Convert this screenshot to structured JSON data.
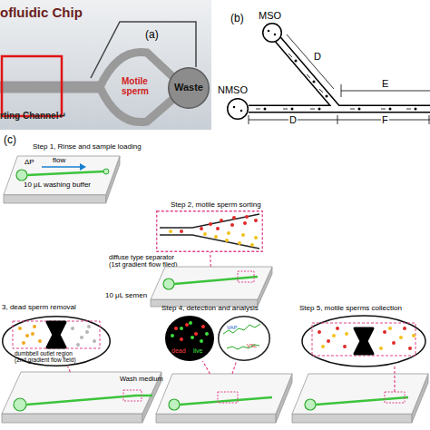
{
  "diagram": {
    "nodes": [
      {
        "text": [
          "Waste"
        ]
      },
      {
        "text": [
          "MSO"
        ]
      },
      {
        "text": [
          "NMSO"
        ]
      },
      {
        "text": [
          "Step 1, Rinse and sample loading",
          "10 μL washing buffer"
        ]
      },
      {
        "text": [
          "diffuse type separator (1st gradient flow filed)"
        ]
      },
      {
        "text": [
          "Step 2, motile sperm sorting",
          "10 μL semen"
        ]
      },
      {
        "text": [
          "3, dead sperm removal",
          "dumbbell outlet region (2nd gradient flow field)"
        ]
      },
      {
        "text": [
          "Wash medium"
        ]
      },
      {
        "text": [
          "dead",
          "live"
        ]
      },
      {
        "text": [
          "VAP",
          "VSL"
        ]
      },
      {
        "text": [
          "Step 4, detection and analysis"
        ]
      },
      {
        "text": [
          "Step 5, motile sperms collection"
        ]
      }
    ],
    "edges": [
      {
        "from": 5,
        "to": 4,
        "arrow": "none"
      },
      {
        "from": 7,
        "to": 6,
        "arrow": "none"
      },
      {
        "from": 10,
        "to": 8,
        "arrow": "none"
      },
      {
        "from": 10,
        "to": 9,
        "arrow": "none"
      }
    ],
    "labels": [
      "ofluidic Chip",
      "(a)",
      "Motile sperm",
      "rting Channel↵",
      "(b)",
      "D",
      "E",
      "D",
      "F",
      "(c)",
      "ΔP",
      "flow"
    ]
  }
}
